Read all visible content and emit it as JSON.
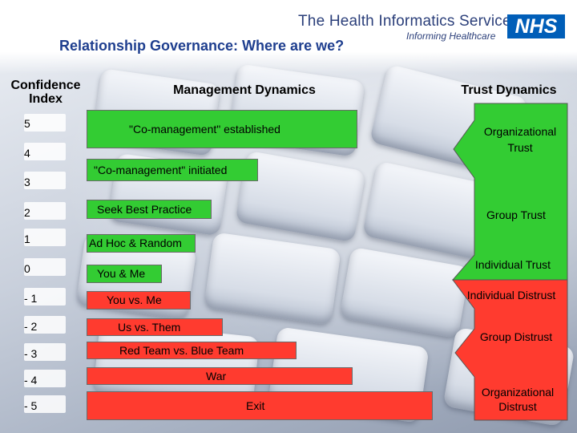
{
  "header": {
    "org_name": "The Health Informatics Service",
    "tagline": "Informing Healthcare",
    "logo_text": "NHS",
    "title": "Relationship Governance: Where are we?"
  },
  "columns": {
    "confidence_index": "Confidence Index",
    "management_dynamics": "Management Dynamics",
    "trust_dynamics": "Trust Dynamics"
  },
  "levels": [
    "5",
    "4",
    "3",
    "2",
    "1",
    "0",
    "- 1",
    "- 2",
    "- 3",
    "- 4",
    "- 5"
  ],
  "management_bars": [
    {
      "label": "\"Co-management\" established",
      "tone": "positive"
    },
    {
      "label": "\"Co-management\" initiated",
      "tone": "positive"
    },
    {
      "label": "Seek Best Practice",
      "tone": "positive"
    },
    {
      "label": "Ad Hoc & Random",
      "tone": "positive"
    },
    {
      "label": "You & Me",
      "tone": "positive"
    },
    {
      "label": "You vs. Me",
      "tone": "negative"
    },
    {
      "label": "Us vs. Them",
      "tone": "negative"
    },
    {
      "label": "Red Team vs. Blue Team",
      "tone": "negative"
    },
    {
      "label": "War",
      "tone": "negative"
    },
    {
      "label": "Exit",
      "tone": "negative"
    }
  ],
  "trust_arrows": [
    {
      "label": "Organizational Trust",
      "tone": "positive"
    },
    {
      "label": "Group Trust",
      "tone": "positive"
    },
    {
      "label": "Individual Trust",
      "tone": "positive"
    },
    {
      "label": "Individual Distrust",
      "tone": "negative"
    },
    {
      "label": "Group Distrust",
      "tone": "negative"
    },
    {
      "label": "Organizational Distrust",
      "tone": "negative"
    }
  ],
  "colors": {
    "positive": "#33cc33",
    "negative": "#ff3b2f",
    "title": "#1f3f8f",
    "nhs_blue": "#005eb8"
  }
}
